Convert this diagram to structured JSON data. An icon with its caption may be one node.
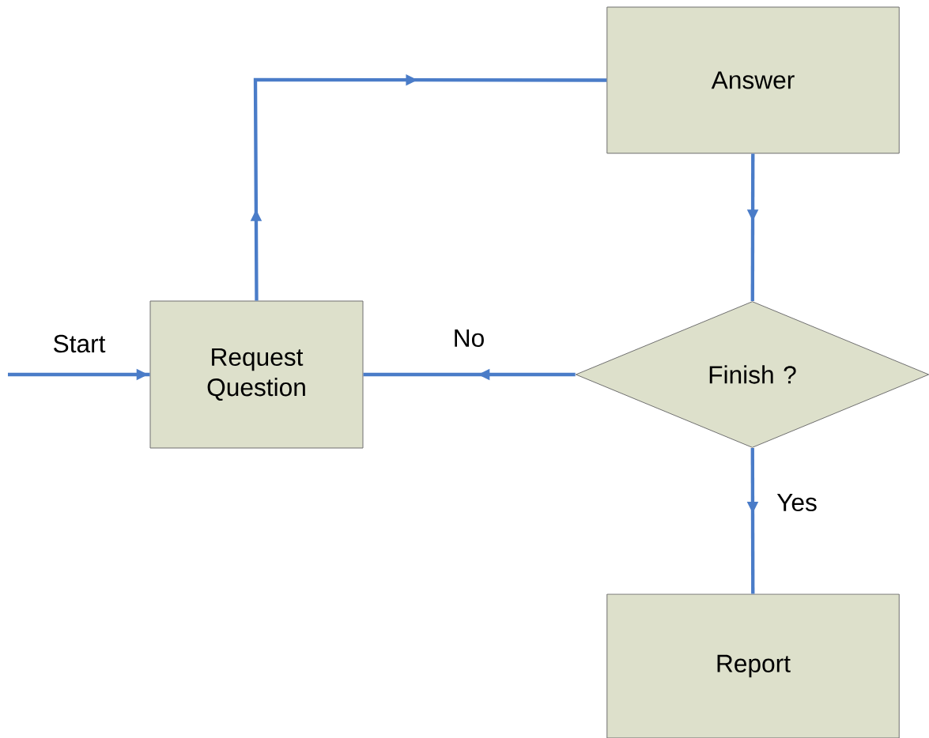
{
  "diagram": {
    "nodes": [
      {
        "text": [
          "Request Question"
        ]
      },
      {
        "text": [
          "Answer"
        ]
      },
      {
        "text": [
          "Finish ?"
        ]
      },
      {
        "text": [
          "Report"
        ]
      }
    ],
    "edges": [
      {
        "from": null,
        "to": 0,
        "arrow": "to",
        "label": "Start"
      },
      {
        "from": 0,
        "to": 1,
        "arrow": "to"
      },
      {
        "from": 1,
        "to": 2,
        "arrow": "to"
      },
      {
        "from": 2,
        "to": 0,
        "arrow": "to",
        "label": "No"
      },
      {
        "from": 2,
        "to": 3,
        "arrow": "to",
        "label": "Yes"
      }
    ]
  }
}
